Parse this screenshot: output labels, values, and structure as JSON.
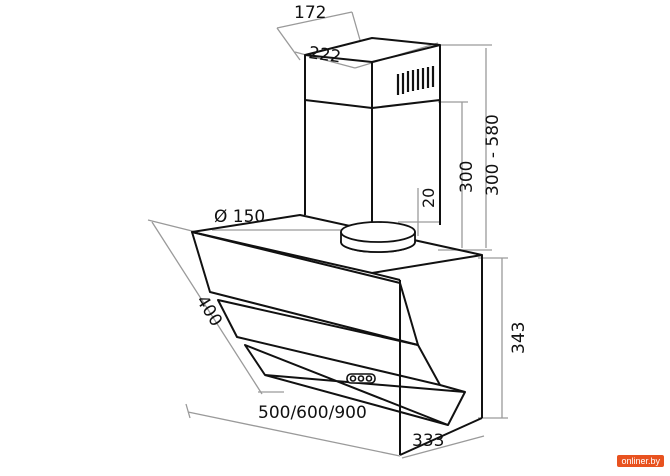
{
  "diagram": {
    "dimensions": {
      "chimney_depth": "172",
      "chimney_width": "222",
      "chimney_adjustable": "300 - 580",
      "chimney_lower": "300",
      "outlet_offset": "20",
      "outlet_diameter": "Ø 150",
      "glass_panel": "400",
      "hood_height": "343",
      "hood_width": "500/600/900",
      "hood_depth": "333"
    },
    "colors": {
      "line": "#111111",
      "dimension_line": "#9a9a9a",
      "watermark": "#e8521f"
    }
  },
  "watermark": {
    "text": "onliner.by"
  }
}
